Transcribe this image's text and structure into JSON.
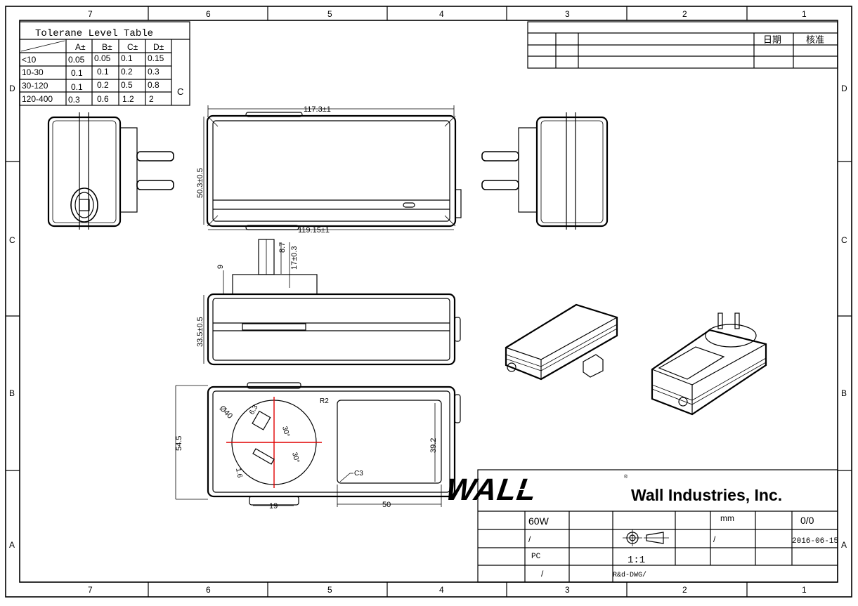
{
  "frame": {
    "column_labels": [
      "7",
      "6",
      "5",
      "4",
      "3",
      "2",
      "1"
    ],
    "row_labels": [
      "D",
      "C",
      "B",
      "A"
    ]
  },
  "tolerance_table": {
    "title": "Tolerane Level Table",
    "headers": [
      "A±",
      "B±",
      "C±",
      "D±"
    ],
    "rows": [
      {
        "range": "<10",
        "values": [
          "0.05",
          "0.05",
          "0.1",
          "0.15"
        ]
      },
      {
        "range": "10-30",
        "values": [
          "0.1",
          "0.1",
          "0.2",
          "0.3"
        ]
      },
      {
        "range": "30-120",
        "values": [
          "0.1",
          "0.2",
          "0.5",
          "0.8"
        ]
      },
      {
        "range": "120-400",
        "values": [
          "0.3",
          "0.6",
          "1.2",
          "2"
        ]
      }
    ],
    "side_label": "C"
  },
  "revision_block": {
    "date_header": "日期",
    "approve_header": "核准"
  },
  "dimensions": {
    "top_width": "117.3±1",
    "bottom_width": "119.15±1",
    "height": "50.3±0.5",
    "pin_length": "8.7",
    "pin_offset": "17±0.3",
    "pin_spacing": "9",
    "depth": "33.5±0.5",
    "total_width": "54.5",
    "circle_dia": "Ø40",
    "pin_width": "6.3",
    "angle_upper": "30°",
    "angle_lower": "30°",
    "pin_thickness": "1.6",
    "radius": "R2",
    "label_height": "39.2",
    "chamfer": "C3",
    "label_width": "50",
    "plug_width": "19"
  },
  "title_block": {
    "company": "Wall Industries, Inc.",
    "logo_text": "WALL",
    "registered": "®",
    "power": "60W",
    "unit": "mm",
    "revision": "0/0",
    "slash_a": "/",
    "slash_b": "/",
    "slash_c": "/",
    "date": "2016-06-15",
    "material": "PC",
    "scale": "1:1",
    "drawing_no": "R&d-DWG/"
  }
}
